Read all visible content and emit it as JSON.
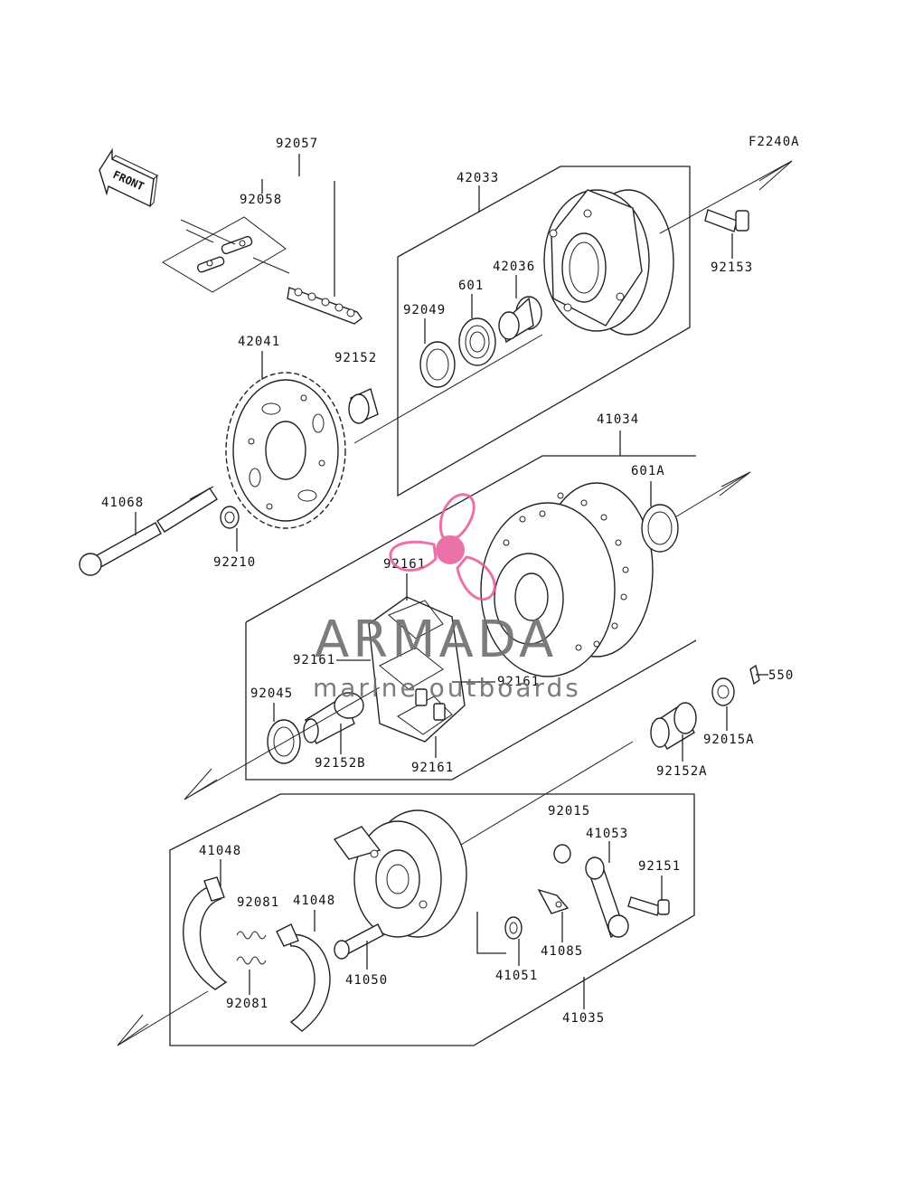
{
  "diagram_code": "F2240A",
  "front_label": "FRONT",
  "parts": {
    "p92057": "92057",
    "p92058": "92058",
    "p42033": "42033",
    "p42036": "42036",
    "p601": "601",
    "p92049": "92049",
    "p92152": "92152",
    "p92153": "92153",
    "p42041": "42041",
    "p41034": "41034",
    "p601A": "601A",
    "p41068": "41068",
    "p92210": "92210",
    "p92161_a": "92161",
    "p92161_b": "92161",
    "p92161_c": "92161",
    "p92161_d": "92161",
    "p92045": "92045",
    "p92152B": "92152B",
    "p550": "550",
    "p92015A": "92015A",
    "p92152A": "92152A",
    "p92015": "92015",
    "p41053": "41053",
    "p92151": "92151",
    "p41048_a": "41048",
    "p41048_b": "41048",
    "p92081_a": "92081",
    "p92081_b": "92081",
    "p41050": "41050",
    "p41051": "41051",
    "p41085": "41085",
    "p41035": "41035"
  },
  "watermark": {
    "brand": "ARMADA",
    "tagline": "marine outboards",
    "colors": {
      "accent": "#e85a9b",
      "accent_light": "#f2a8c8",
      "text": "#6e6e6e"
    }
  }
}
